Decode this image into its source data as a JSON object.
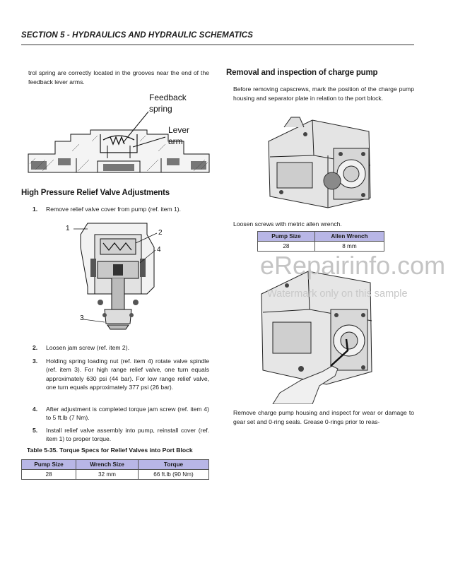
{
  "header": {
    "title": "SECTION 5 - HYDRAULICS AND HYDRAULIC SCHEMATICS"
  },
  "left": {
    "intro": "trol spring are correctly located in the grooves near the end of the feedback lever arms.",
    "fig1_labels": {
      "feedback": "Feedback",
      "spring": "spring",
      "lever": "Lever",
      "arm": "arm"
    },
    "heading": "High Pressure Relief Valve Adjustments",
    "step1": {
      "num": "1.",
      "text": "Remove relief valve cover from pump (ref. item 1)."
    },
    "fig2_labels": {
      "l1": "1",
      "l2": "2",
      "l3": "3",
      "l4": "4"
    },
    "steps": [
      {
        "num": "2.",
        "text": "Loosen jam screw (ref. item 2)."
      },
      {
        "num": "3.",
        "text": "Holding spring loading nut (ref. item 4) rotate valve spindle (ref. item 3). For high range relief valve, one turn equals approximately 630 psi (44 bar). For low range relief valve, one turn equals approximately 377 psi (26 bar)."
      },
      {
        "num": "4.",
        "text": "After adjustment is completed torque jam screw (ref. item 4) to 5 ft.lb (7 Nm)."
      },
      {
        "num": "5.",
        "text": "Install relief valve assembly into pump, reinstall cover (ref. item 1) to proper torque."
      }
    ],
    "table_caption": "Table 5-35.  Torque Specs for Relief Valves into Port Block",
    "table": {
      "headers": [
        "Pump Size",
        "Wrench Size",
        "Torque"
      ],
      "rows": [
        [
          "28",
          "32 mm",
          "66 ft.lb (90 Nm)"
        ]
      ]
    }
  },
  "right": {
    "heading": "Removal and inspection of charge pump",
    "intro": "Before removing capscrews, mark the position of the charge pump housing and separator plate in relation to the port block.",
    "loosen": "Loosen screws with metric allen wrench.",
    "table": {
      "headers": [
        "Pump Size",
        "Allen Wrench"
      ],
      "rows": [
        [
          "28",
          "8 mm"
        ]
      ]
    },
    "outro": "Remove charge pump housing and inspect for wear or damage to gear set and 0-ring seals. Grease 0-rings prior to reas-"
  },
  "watermark": {
    "main": "eRepairinfo.com",
    "sub": "Watermark only on this sample"
  }
}
